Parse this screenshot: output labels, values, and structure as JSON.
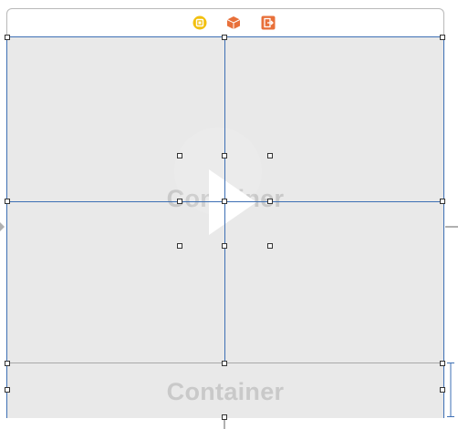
{
  "scene": {
    "dock_icons": [
      {
        "name": "view-controller-icon",
        "color": "#f2c00f"
      },
      {
        "name": "first-responder-icon",
        "color": "#e8703a"
      },
      {
        "name": "exit-icon",
        "color": "#e8703a"
      }
    ],
    "containers": [
      {
        "label": "Container",
        "position": "top"
      },
      {
        "label": "Container",
        "position": "bottom"
      }
    ],
    "accent_color": "#3d6fb4",
    "overlay": {
      "icon": "play-icon"
    }
  }
}
